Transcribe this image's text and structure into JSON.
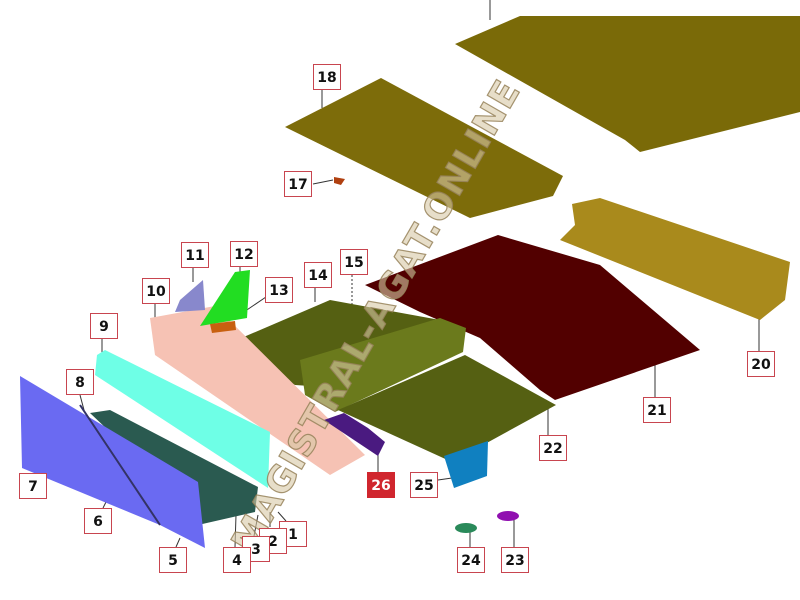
{
  "watermark": "MAGISTRAL-AGAT.ONLINE",
  "highlighted_part": "26",
  "labels": {
    "p1": "1",
    "p2": "2",
    "p3": "3",
    "p4": "4",
    "p5": "5",
    "p6": "6",
    "p7": "7",
    "p8": "8",
    "p9": "9",
    "p10": "10",
    "p11": "11",
    "p12": "12",
    "p13": "13",
    "p14": "14",
    "p15": "15",
    "p17": "17",
    "p18": "18",
    "p20": "20",
    "p21": "21",
    "p22": "22",
    "p23": "23",
    "p24": "24",
    "p25": "25",
    "p26": "26"
  },
  "colors": {
    "highlight": "#d0262e",
    "label_border": "#c8454f"
  }
}
